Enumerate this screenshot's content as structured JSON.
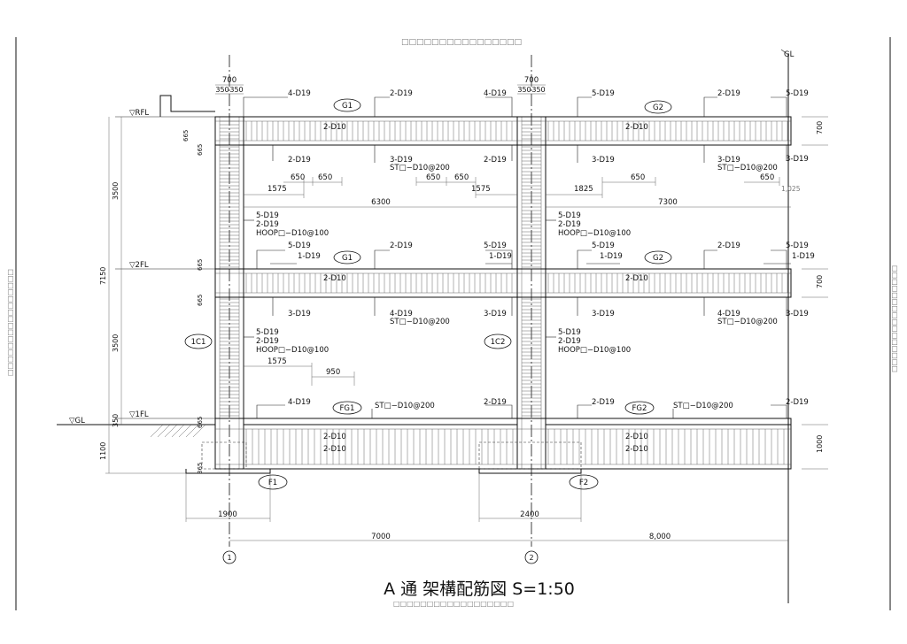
{
  "drawing": {
    "title": "A 通  架構配筋図  S=1:50",
    "header_mark": "□□□□□□□□□□□□□□□□",
    "footer_mark": "□□□□□□□□□□□□□□□□□□",
    "side_mark": "□□□□□□□□□□□□□□□□",
    "gl_top": "GL",
    "gl_left": "▽GL",
    "floors": {
      "rfl": "▽RFL",
      "fl2": "▽2FL",
      "fl1": "▽1FL"
    },
    "axes": [
      "1",
      "2"
    ],
    "members": {
      "g1_roof": "G1",
      "g2_roof": "G2",
      "g1_2f": "G1",
      "g2_2f": "G2",
      "fg1": "FG1",
      "fg2": "FG2",
      "c1": "1C1",
      "c2": "1C2",
      "f1": "F1",
      "f2": "F2"
    },
    "dims": {
      "col_w1": "700",
      "col_w2": "700",
      "half_a1": "350",
      "half_b1": "350",
      "half_a2": "350",
      "half_b2": "350",
      "h_3500_top": "3500",
      "h_3500_bot": "3500",
      "h_7150": "7150",
      "h_350": "350",
      "h_1100": "1100",
      "h_665_a": "665",
      "h_665_b": "665",
      "h_665_c": "665",
      "h_665_d": "665",
      "h_665_e": "665",
      "h_365": "365",
      "beam_d_roof": "700",
      "beam_d_2f": "700",
      "beam_d_fg": "1000",
      "span_1": "6300",
      "span_2": "7300",
      "d1575_a": "1575",
      "d650_a": "650",
      "d650_b": "650",
      "d650_c": "650",
      "d650_d": "650",
      "d1575_b": "1575",
      "d1825": "1825",
      "d650_e": "650",
      "d650_f": "650",
      "d1025": "1,025",
      "d1575_c": "1575",
      "d950": "950",
      "f1_w": "1900",
      "f2_w": "2400",
      "grid_1": "7000",
      "grid_2": "8,000"
    },
    "rebar": {
      "r_top_l1": "4-D19",
      "r_top_m1": "2-D19",
      "r_top_r1": "4-D19",
      "r_top_l2": "5-D19",
      "r_top_m2": "2-D19",
      "r_top_r2": "5-D19",
      "r_web1": "2-D10",
      "r_web2": "2-D10",
      "r_bot_l1": "2-D19",
      "r_bot_m1": "3-D19",
      "r_st1": "ST□−D10@200",
      "r_bot_r1": "2-D19",
      "r_bot_l2": "3-D19",
      "r_bot_m2": "3-D19",
      "r_st2": "ST□−D10@200",
      "r_bot_r2": "3-D19",
      "c_a1": "5-D19",
      "c_a2": "2-D19",
      "c_a3": "HOOP□−D10@100",
      "c_b1": "5-D19",
      "c_b2": "2-D19",
      "c_b3": "HOOP□−D10@100",
      "s_top_l1": "5-D19",
      "s_top_m1": "2-D19",
      "s_top_r1": "5-D19",
      "s_add_l1": "1-D19",
      "s_add_r1": "1-D19",
      "s_top_l2": "5-D19",
      "s_top_m2": "2-D19",
      "s_top_r2": "5-D19",
      "s_add_l2": "1-D19",
      "s_add_r2": "1-D19",
      "s_web1": "2-D10",
      "s_web2": "2-D10",
      "s_bot_l1": "3-D19",
      "s_bot_m1": "4-D19",
      "s_st1": "ST□−D10@200",
      "s_bot_r1": "3-D19",
      "s_bot_l2": "3-D19",
      "s_bot_m2": "4-D19",
      "s_st2": "ST□−D10@200",
      "s_bot_r2": "3-D19",
      "c_c1": "5-D19",
      "c_c2": "2-D19",
      "c_c3": "HOOP□−D10@100",
      "c_d1": "5-D19",
      "c_d2": "2-D19",
      "c_d3": "HOOP□−D10@100",
      "f_top_l1": "4-D19",
      "f_st1": "ST□−D10@200",
      "f_top_r1": "2-D19",
      "f_top_l2": "2-D19",
      "f_st2": "ST□−D10@200",
      "f_top_r2": "2-D19",
      "f_web1a": "2-D10",
      "f_web1b": "2-D10",
      "f_web2a": "2-D10",
      "f_web2b": "2-D10"
    }
  }
}
